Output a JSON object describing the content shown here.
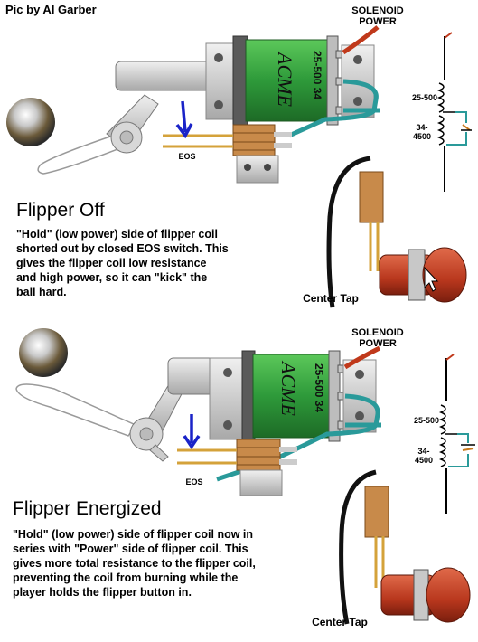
{
  "credit": "Pic by Al Garber",
  "top": {
    "solenoid_power": "SOLENOID\nPOWER",
    "coil_text": "ACME",
    "coil_code": "25-500 34",
    "eos": "EOS",
    "title": "Flipper Off",
    "description": "\"Hold\" (low power) side of flipper coil\nshorted out by closed EOS switch. This\ngives the flipper coil low resistance\nand high power, so it can \"kick\" the\nball hard.",
    "center_tap": "Center Tap",
    "schematic_upper": "25-500",
    "schematic_lower": "34-\n4500"
  },
  "bottom": {
    "solenoid_power": "SOLENOID\nPOWER",
    "coil_text": "ACME",
    "coil_code": "25-500 34",
    "eos": "EOS",
    "title": "Flipper Energized",
    "description": "\"Hold\" (low power) side of flipper coil now in\nseries with \"Power\" side of flipper coil. This\ngives more total resistance to the flipper coil,\npreventing the coil from burning while the\nplayer holds the flipper button in.",
    "center_tap": "Center Tap",
    "schematic_upper": "25-500",
    "schematic_lower": "34-\n4500"
  },
  "colors": {
    "coil_green": "#2e9a3a",
    "wire_teal": "#2a9a9a",
    "wire_red": "#c0391b",
    "button_red": "#c0391b",
    "arrow_blue": "#1a23c8",
    "brass": "#d4a23a"
  }
}
